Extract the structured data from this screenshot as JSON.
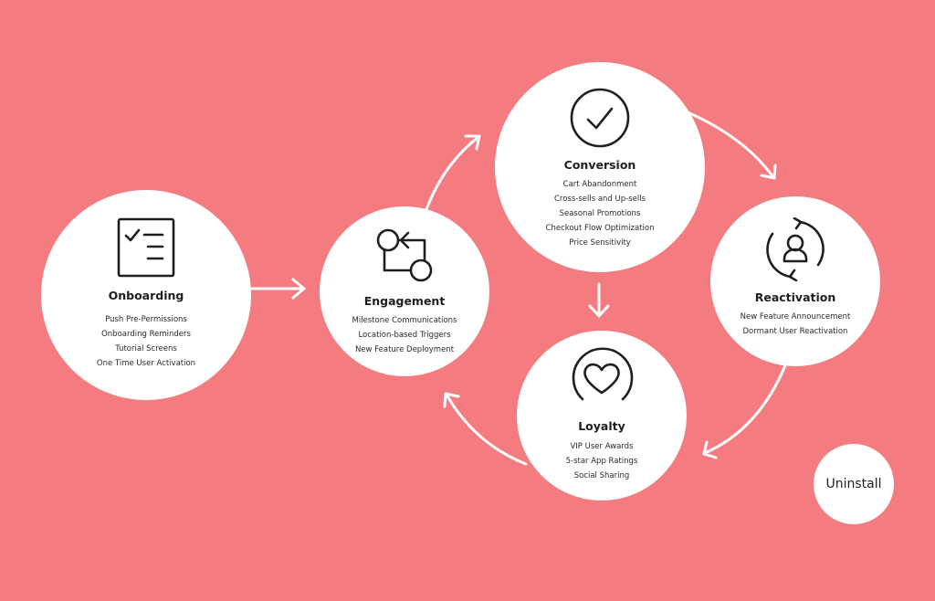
{
  "colors": {
    "background": "#f47c80",
    "node_fill": "#ffffff",
    "arrow": "#ffffff",
    "icon_stroke": "#1f1f1f"
  },
  "nodes": {
    "onboarding": {
      "title": "Onboarding",
      "icon": "checklist-icon",
      "items": [
        "Push Pre-Permissions",
        "Onboarding Reminders",
        "Tutorial Screens",
        "One Time User Activation"
      ]
    },
    "engagement": {
      "title": "Engagement",
      "icon": "cycle-flow-icon",
      "items": [
        "Milestone Communications",
        "Location-based Triggers",
        "New Feature Deployment"
      ]
    },
    "conversion": {
      "title": "Conversion",
      "icon": "checkmark-circle-icon",
      "items": [
        "Cart Abandonment",
        "Cross-sells and Up-sells",
        "Seasonal Promotions",
        "Checkout Flow Optimization",
        "Price Sensitivity"
      ]
    },
    "reactivation": {
      "title": "Reactivation",
      "icon": "user-refresh-icon",
      "items": [
        "New Feature Announcement",
        "Dormant User Reactivation"
      ]
    },
    "loyalty": {
      "title": "Loyalty",
      "icon": "heart-circle-icon",
      "items": [
        "VIP User Awards",
        "5-star App Ratings",
        "Social Sharing"
      ]
    },
    "uninstall": {
      "title": "Uninstall"
    }
  },
  "edges": [
    {
      "from": "onboarding",
      "to": "engagement"
    },
    {
      "from": "engagement",
      "to": "conversion"
    },
    {
      "from": "conversion",
      "to": "reactivation"
    },
    {
      "from": "conversion",
      "to": "loyalty"
    },
    {
      "from": "reactivation",
      "to": "loyalty"
    },
    {
      "from": "loyalty",
      "to": "engagement"
    }
  ]
}
